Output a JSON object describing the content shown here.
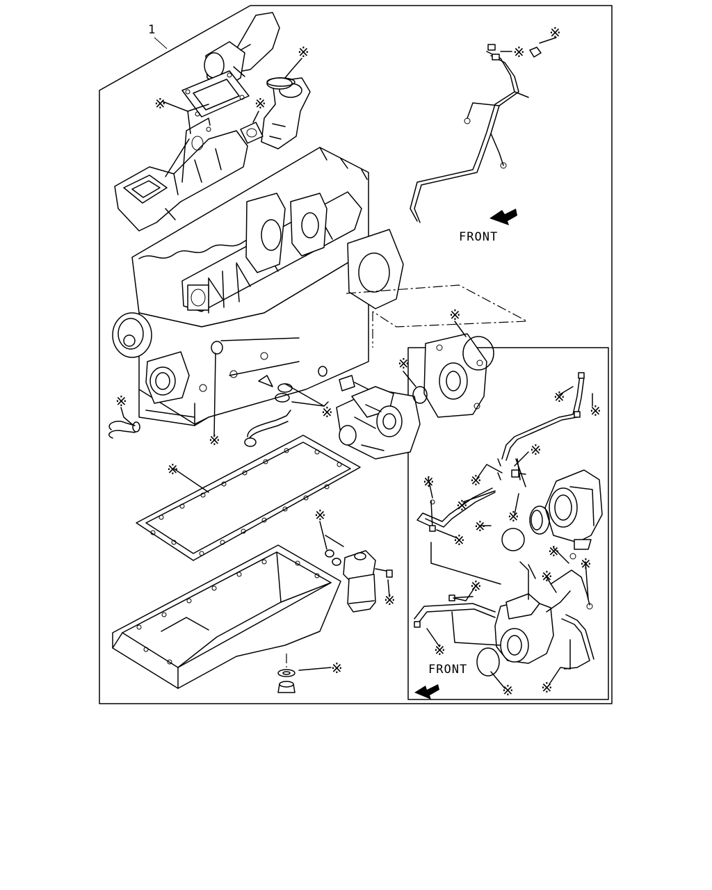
{
  "diagram": {
    "item_number": "1",
    "front_label_main": "FRONT",
    "front_label_inset": "FRONT",
    "callout_symbol": "※",
    "callouts": {
      "upper_gasket": "※",
      "intake_gasket": "※",
      "thermostat_gasket": "※",
      "pipe_fitting_1": "※",
      "pipe_fitting_2": "※",
      "rear_oring": "※",
      "pump_oring": "※",
      "pipe_seal": "※",
      "front_seal": "※",
      "block_seal": "※",
      "oilpan_gasket": "※",
      "filter_seals": "※",
      "filter_bolt": "※",
      "drain_washer": "※",
      "inset_1": "※",
      "inset_2": "※",
      "inset_3": "※",
      "inset_4": "※",
      "inset_5": "※",
      "inset_6": "※",
      "inset_7": "※",
      "inset_8": "※",
      "inset_9": "※",
      "inset_10": "※",
      "inset_11": "※",
      "inset_12": "※",
      "inset_13": "※",
      "inset_14": "※",
      "inset_15": "※"
    }
  }
}
